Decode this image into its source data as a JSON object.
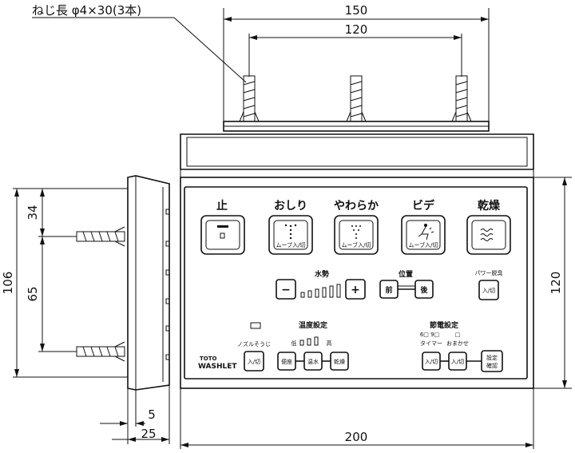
{
  "screw_note": "ねじ長 φ4×30(3本)",
  "dimensions": {
    "top_outer": "150",
    "top_inner": "120",
    "bottom_width": "200",
    "right_height": "120",
    "left_total": "106",
    "left_top": "34",
    "left_mid": "65",
    "side_small": "5",
    "side_depth": "25"
  },
  "panel": {
    "buttons_top": [
      {
        "label": "止",
        "caption": ""
      },
      {
        "label": "おしり",
        "caption": "ムーブ入/切"
      },
      {
        "label": "やわらか",
        "caption": "ムーブ入/切"
      },
      {
        "label": "ビデ",
        "caption": "ムーブ入/切"
      },
      {
        "label": "乾燥",
        "caption": ""
      }
    ],
    "water_label": "水勢",
    "minus": "−",
    "plus": "+",
    "position_label": "位置",
    "front": "前",
    "back": "後",
    "power_deodorize": "パワー脱臭",
    "onoff": "入/切",
    "temp_label": "温度設定",
    "temp_low": "低",
    "temp_high": "高",
    "nozzle_clean": "ノズルそうじ",
    "seat": "便座",
    "warm_water": "温水",
    "dry": "乾燥",
    "power_save": "節電設定",
    "timer_hours": "6□ 9□",
    "timer_box": "□",
    "timer": "タイマー",
    "auto": "おまかせ",
    "setting_confirm_1": "設定",
    "setting_confirm_2": "確認",
    "brand_1": "TOTO",
    "brand_2": "WASHLET"
  }
}
